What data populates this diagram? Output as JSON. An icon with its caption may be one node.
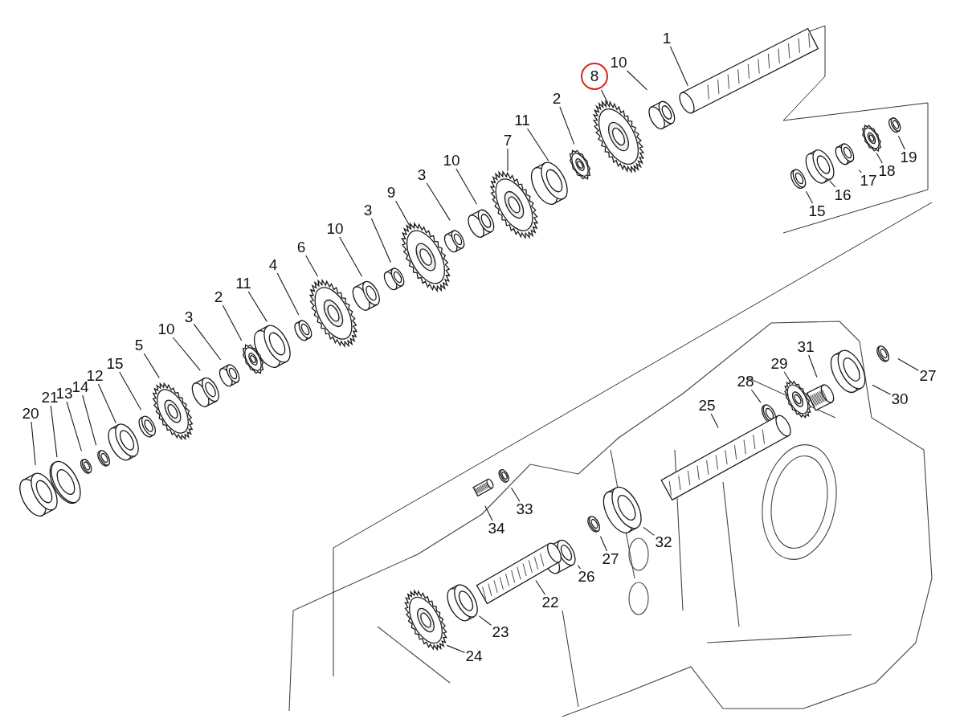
{
  "diagram": {
    "nodes": [
      {
        "text": [
          "1"
        ]
      },
      {
        "text": [
          "8"
        ]
      },
      {
        "text": [
          "10"
        ]
      },
      {
        "text": [
          "2"
        ]
      },
      {
        "text": [
          "11"
        ]
      },
      {
        "text": [
          "7"
        ]
      },
      {
        "text": [
          "10"
        ]
      },
      {
        "text": [
          "3"
        ]
      },
      {
        "text": [
          "9"
        ]
      },
      {
        "text": [
          "3"
        ]
      },
      {
        "text": [
          "10"
        ]
      },
      {
        "text": [
          "6"
        ]
      },
      {
        "text": [
          "4"
        ]
      },
      {
        "text": [
          "11"
        ]
      },
      {
        "text": [
          "2"
        ]
      },
      {
        "text": [
          "3"
        ]
      },
      {
        "text": [
          "10"
        ]
      },
      {
        "text": [
          "5"
        ]
      },
      {
        "text": [
          "15"
        ]
      },
      {
        "text": [
          "12"
        ]
      },
      {
        "text": [
          "14"
        ]
      },
      {
        "text": [
          "13"
        ]
      },
      {
        "text": [
          "21"
        ]
      },
      {
        "text": [
          "20"
        ]
      },
      {
        "text": [
          "19"
        ]
      },
      {
        "text": [
          "18"
        ]
      },
      {
        "text": [
          "17"
        ]
      },
      {
        "text": [
          "16"
        ]
      },
      {
        "text": [
          "15"
        ]
      },
      {
        "text": [
          "31"
        ]
      },
      {
        "text": [
          "27"
        ]
      },
      {
        "text": [
          "29"
        ]
      },
      {
        "text": [
          "28"
        ]
      },
      {
        "text": [
          "30"
        ]
      },
      {
        "text": [
          "25"
        ]
      },
      {
        "text": [
          "33"
        ]
      },
      {
        "text": [
          "34"
        ]
      },
      {
        "text": [
          "32"
        ]
      },
      {
        "text": [
          "27"
        ]
      },
      {
        "text": [
          "26"
        ]
      },
      {
        "text": [
          "22"
        ]
      },
      {
        "text": [
          "23"
        ]
      },
      {
        "text": [
          "24"
        ]
      }
    ],
    "edges": [
      {
        "from": 0,
        "to": null,
        "arrow": "none"
      },
      {
        "from": 1,
        "to": null,
        "arrow": "none"
      },
      {
        "from": 2,
        "to": null,
        "arrow": "none"
      },
      {
        "from": 3,
        "to": null,
        "arrow": "none"
      },
      {
        "from": 4,
        "to": null,
        "arrow": "none"
      },
      {
        "from": 5,
        "to": null,
        "arrow": "none"
      },
      {
        "from": 6,
        "to": null,
        "arrow": "none"
      },
      {
        "from": 7,
        "to": null,
        "arrow": "none"
      },
      {
        "from": 8,
        "to": null,
        "arrow": "none"
      },
      {
        "from": 9,
        "to": null,
        "arrow": "none"
      },
      {
        "from": 10,
        "to": null,
        "arrow": "none"
      },
      {
        "from": 11,
        "to": null,
        "arrow": "none"
      },
      {
        "from": 12,
        "to": null,
        "arrow": "none"
      },
      {
        "from": 13,
        "to": null,
        "arrow": "none"
      },
      {
        "from": 14,
        "to": null,
        "arrow": "none"
      },
      {
        "from": 15,
        "to": null,
        "arrow": "none"
      },
      {
        "from": 16,
        "to": null,
        "arrow": "none"
      },
      {
        "from": 17,
        "to": null,
        "arrow": "none"
      },
      {
        "from": 18,
        "to": null,
        "arrow": "none"
      },
      {
        "from": 19,
        "to": null,
        "arrow": "none"
      },
      {
        "from": 20,
        "to": null,
        "arrow": "none"
      },
      {
        "from": 21,
        "to": null,
        "arrow": "none"
      },
      {
        "from": 22,
        "to": null,
        "arrow": "none"
      },
      {
        "from": 23,
        "to": null,
        "arrow": "none"
      },
      {
        "from": 24,
        "to": null,
        "arrow": "none"
      },
      {
        "from": 25,
        "to": null,
        "arrow": "none"
      },
      {
        "from": 26,
        "to": null,
        "arrow": "none"
      },
      {
        "from": 27,
        "to": null,
        "arrow": "none"
      },
      {
        "from": 28,
        "to": null,
        "arrow": "none"
      },
      {
        "from": 29,
        "to": null,
        "arrow": "none"
      },
      {
        "from": 30,
        "to": null,
        "arrow": "none"
      },
      {
        "from": 31,
        "to": null,
        "arrow": "none"
      },
      {
        "from": 32,
        "to": null,
        "arrow": "none"
      },
      {
        "from": 33,
        "to": null,
        "arrow": "none"
      },
      {
        "from": 34,
        "to": null,
        "arrow": "none"
      },
      {
        "from": 35,
        "to": null,
        "arrow": "none"
      },
      {
        "from": 36,
        "to": null,
        "arrow": "none"
      },
      {
        "from": 37,
        "to": null,
        "arrow": "none"
      },
      {
        "from": 38,
        "to": null,
        "arrow": "none"
      },
      {
        "from": 39,
        "to": null,
        "arrow": "none"
      },
      {
        "from": 40,
        "to": null,
        "arrow": "none"
      },
      {
        "from": 41,
        "to": null,
        "arrow": "none"
      },
      {
        "from": 42,
        "to": null,
        "arrow": "none"
      }
    ]
  }
}
